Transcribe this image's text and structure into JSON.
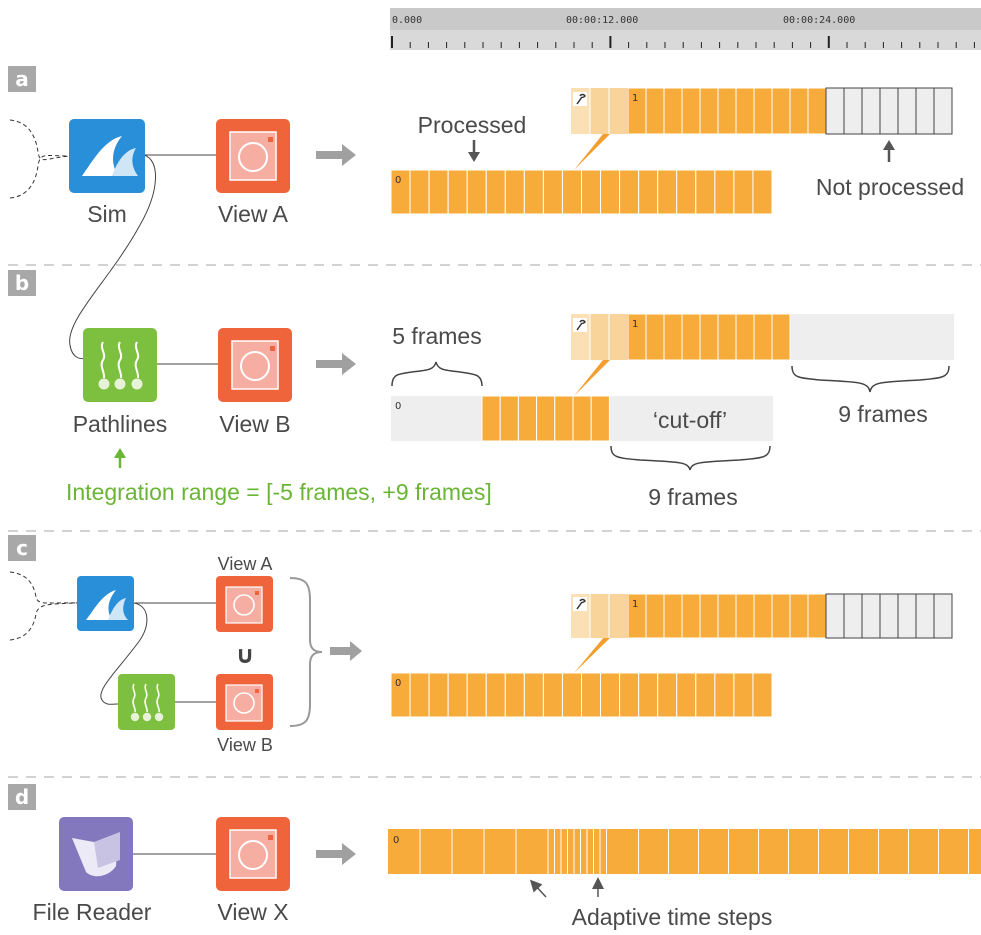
{
  "ruler": {
    "ticks": [
      "0.000",
      "00:00:12.000",
      "00:00:24.000"
    ]
  },
  "colors": {
    "frame": "#f7ab3a",
    "frame_dark": "#f39e2e",
    "frame_light": "#f9d49a",
    "grey_frame": "#eeeeee",
    "sim": "#2a8fd9",
    "view": "#f0643c",
    "view_inner": "#f7aea2",
    "pathlines": "#7dbf3e",
    "file_reader": "#8378be",
    "integration_text": "#6ab534",
    "label": "#4a4a4a",
    "badge": "#a8a8a8"
  },
  "sections": {
    "a": {
      "badge": "a",
      "nodes": {
        "sim": "Sim",
        "view": "View A"
      },
      "annotations": {
        "processed": "Processed",
        "not_processed": "Not processed"
      },
      "track_top_index": "1",
      "track_bottom_index": "0"
    },
    "b": {
      "badge": "b",
      "nodes": {
        "pathlines": "Pathlines",
        "view": "View B"
      },
      "annotations": {
        "five_frames": "5 frames",
        "cutoff": "‘cut-off’",
        "nine_frames_top": "9 frames",
        "nine_frames_bottom": "9 frames",
        "integration_range": "Integration range = [-5 frames, +9 frames]"
      },
      "track_top_index": "1",
      "track_bottom_index": "0"
    },
    "c": {
      "badge": "c",
      "nodes": {
        "view_a": "View A",
        "view_b": "View B",
        "union": "∪"
      },
      "track_top_index": "1",
      "track_bottom_index": "0"
    },
    "d": {
      "badge": "d",
      "nodes": {
        "file_reader": "File Reader",
        "view": "View X"
      },
      "annotations": {
        "adaptive": "Adaptive time steps"
      },
      "track_index": "0"
    }
  }
}
